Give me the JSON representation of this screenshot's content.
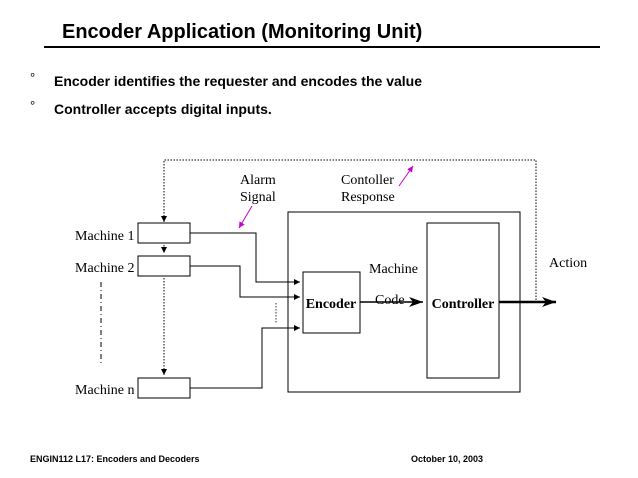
{
  "slide": {
    "title": "Encoder Application (Monitoring Unit)",
    "bullets": [
      {
        "marker": "°",
        "text": "Encoder identifies the requester and encodes the value"
      },
      {
        "marker": "°",
        "text": "Controller accepts digital inputs."
      }
    ],
    "footer_left": "ENGIN112  L17: Encoders and Decoders",
    "footer_right": "October 10, 2003"
  },
  "diagram": {
    "machines": [
      "Machine 1",
      "Machine 2",
      "Machine n"
    ],
    "alarm_signal": [
      "Alarm",
      "Signal"
    ],
    "controller_response": [
      "Contoller",
      "Response"
    ],
    "machine_code": [
      "Machine",
      "Code"
    ],
    "encoder": "Encoder",
    "controller": "Controller",
    "action": "Action",
    "accent_color": "#cc00cc"
  }
}
